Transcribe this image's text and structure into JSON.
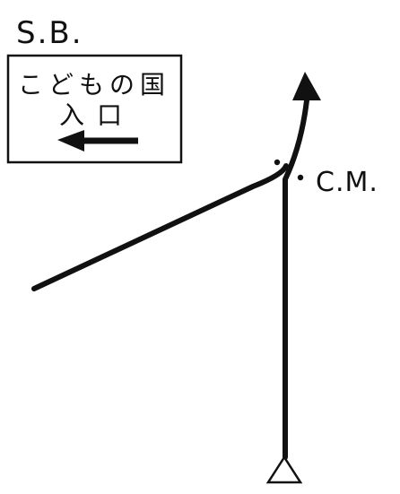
{
  "labels": {
    "sign_code": "S.B.",
    "junction_code": "C.M."
  },
  "sign": {
    "line1": "こどもの国",
    "line2": "入口",
    "arrow_direction": "left"
  },
  "colors": {
    "ink": "#111111",
    "paper": "#ffffff"
  }
}
